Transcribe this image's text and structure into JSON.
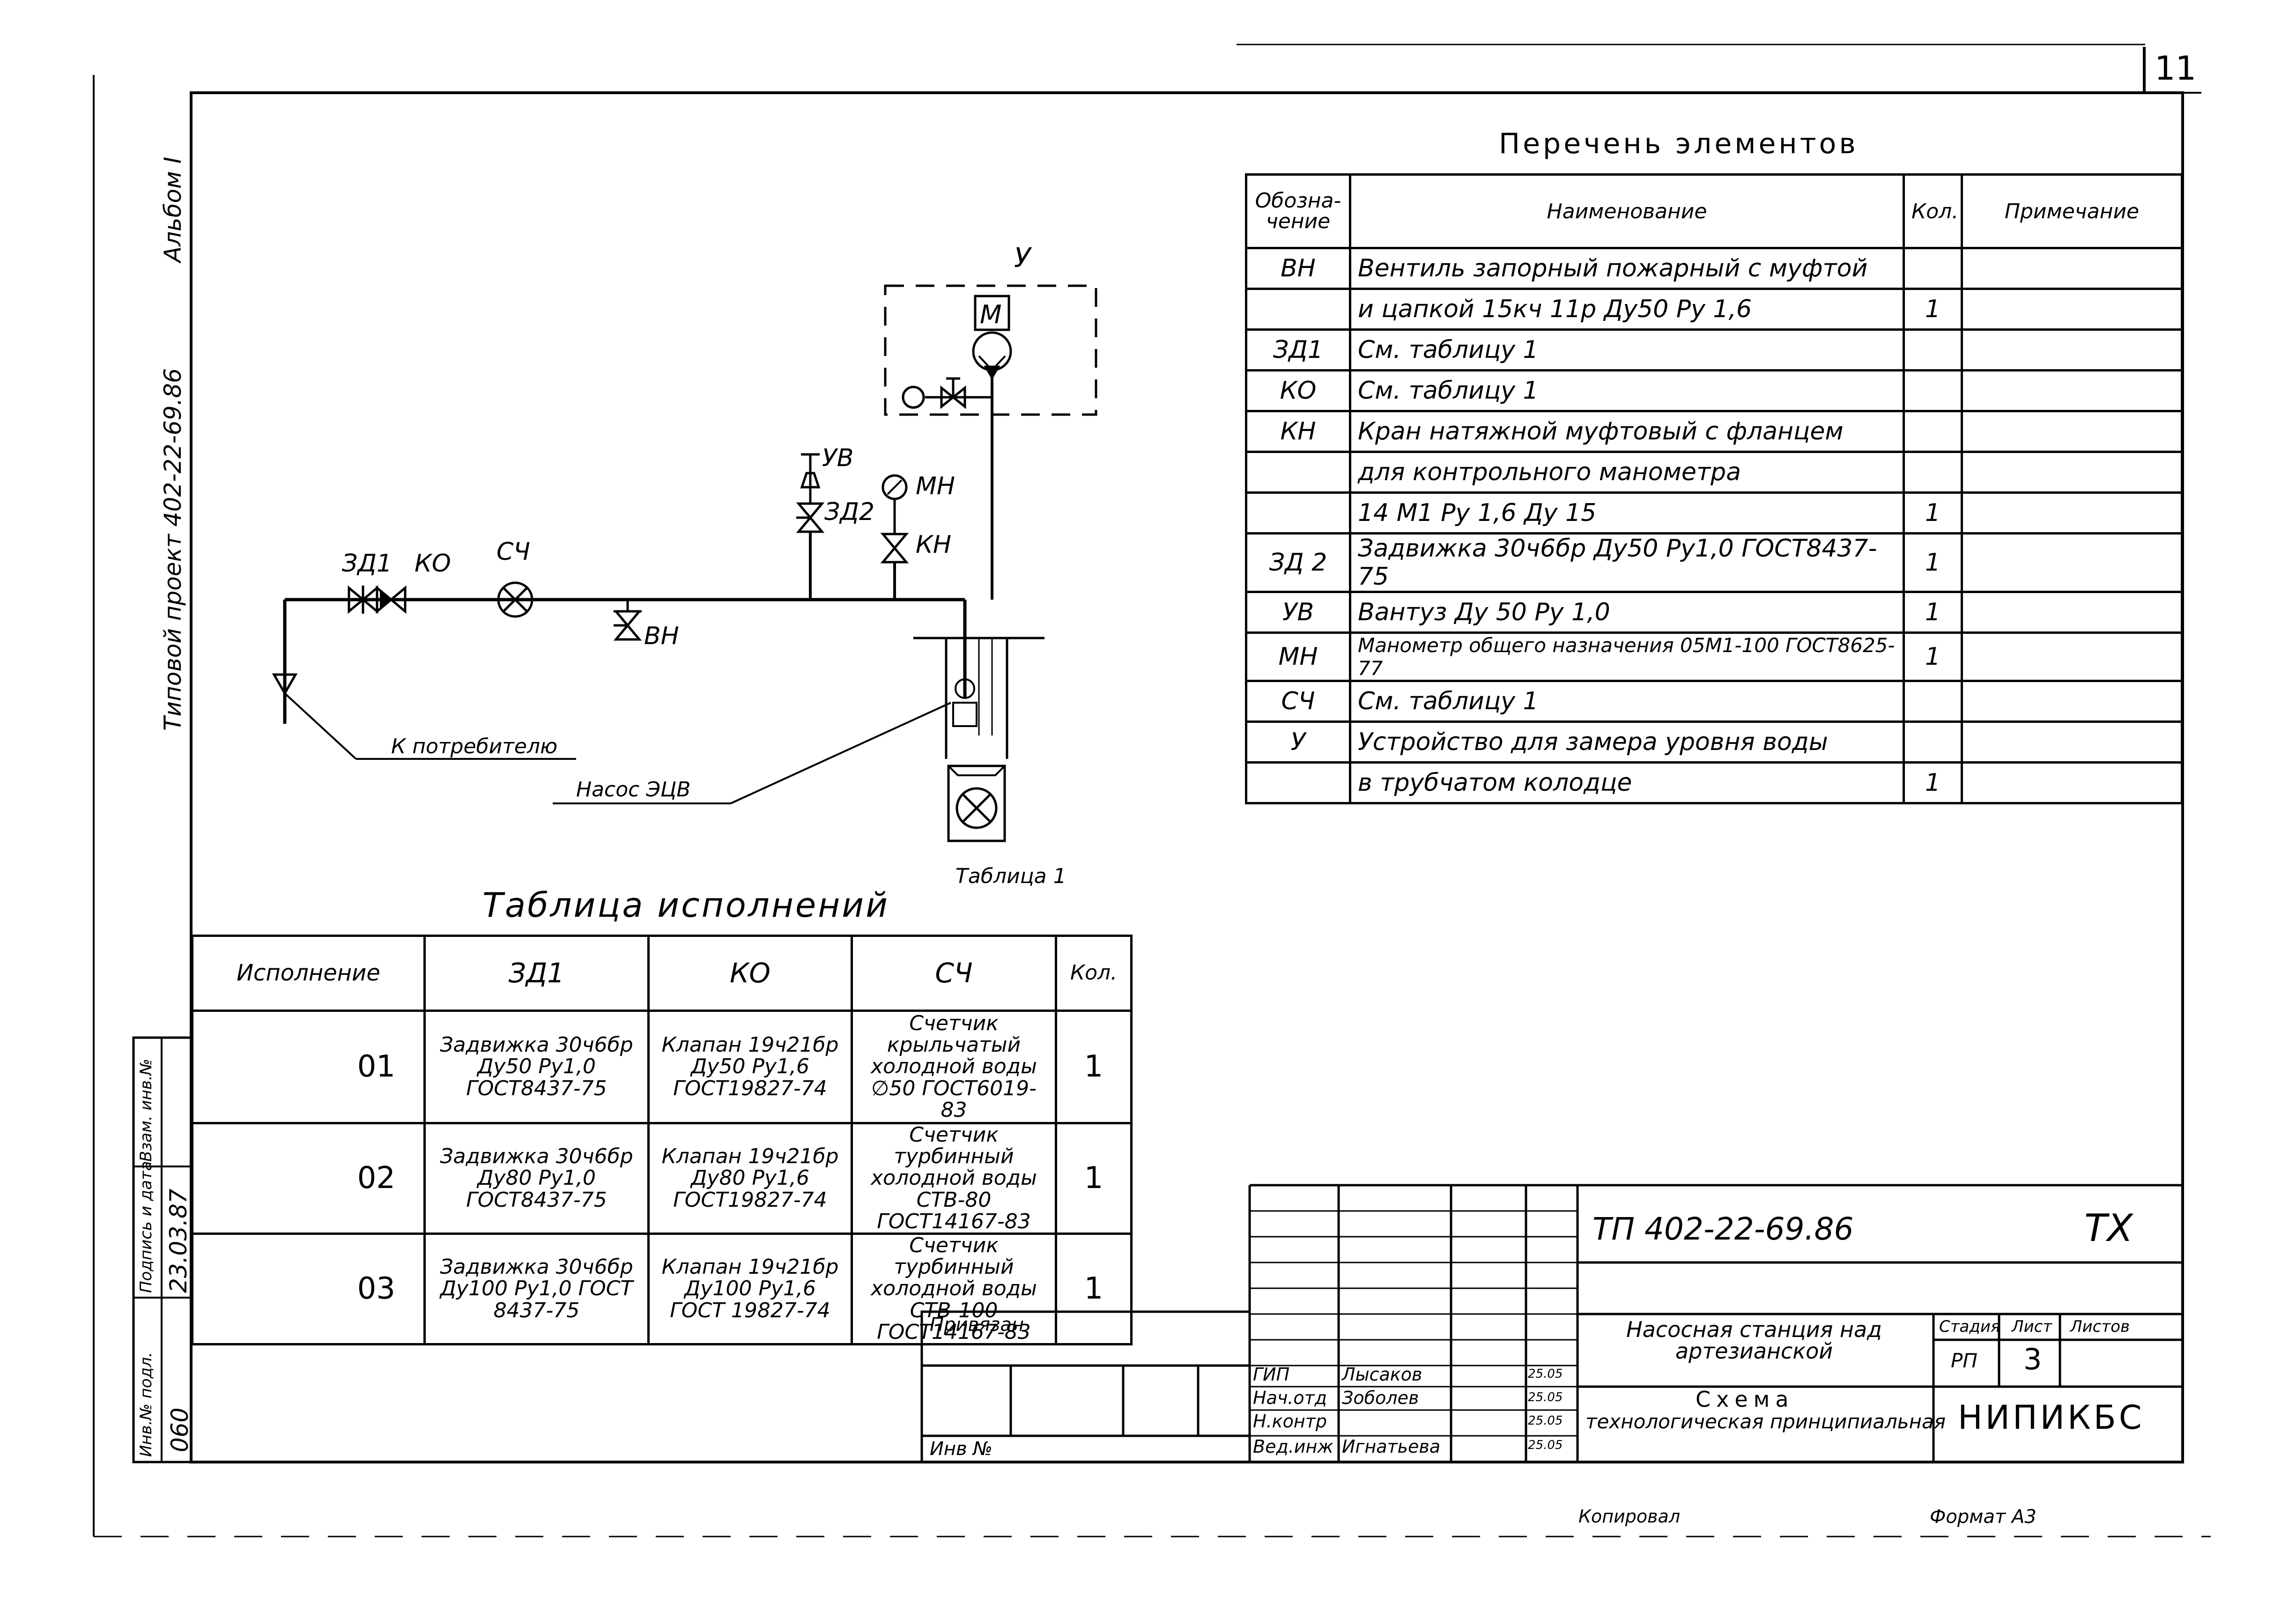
{
  "sheet_number": "11",
  "album_label": "Альбом I",
  "project_label": "Типовой проект 402-22-69.86",
  "diagram": {
    "labels": {
      "u": "У",
      "m": "М",
      "uv": "УВ",
      "zd2": "ЗД2",
      "mn": "МН",
      "kn": "КН",
      "zd1": "ЗД1",
      "ko": "КО",
      "sch": "СЧ",
      "vn": "ВН",
      "consumer": "К потребителю",
      "pump": "Насос ЭЦВ",
      "table1": "Таблица 1"
    }
  },
  "elements_table": {
    "title": "Перечень элементов",
    "headers": [
      "Обозна-\nчение",
      "Наименование",
      "Кол.",
      "Примечание"
    ],
    "rows": [
      [
        "ВН",
        "Вентиль запорный пожарный с муфтой",
        "",
        ""
      ],
      [
        "",
        "и цапкой 15кч 11р Ду50 Ру 1,6",
        "1",
        ""
      ],
      [
        "ЗД1",
        "См. таблицу 1",
        "",
        ""
      ],
      [
        "КО",
        "См. таблицу 1",
        "",
        ""
      ],
      [
        "КН",
        "Кран натяжной муфтовый с фланцем",
        "",
        ""
      ],
      [
        "",
        "для контрольного манометра",
        "",
        ""
      ],
      [
        "",
        "14 М1 Ру 1,6 Ду 15",
        "1",
        ""
      ],
      [
        "ЗД 2",
        "Задвижка 30ч6бр Ду50 Ру1,0 ГОСТ8437-75",
        "1",
        ""
      ],
      [
        "УВ",
        "Вантуз Ду 50 Ру 1,0",
        "1",
        ""
      ],
      [
        "МН",
        "Манометр общего назначения 05М1-100 ГОСТ8625-77",
        "1",
        ""
      ],
      [
        "СЧ",
        "См. таблицу 1",
        "",
        ""
      ],
      [
        "У",
        "Устройство для замера уровня воды",
        "",
        ""
      ],
      [
        "",
        "в трубчатом колодце",
        "1",
        ""
      ]
    ]
  },
  "variants_table": {
    "title": "Таблица исполнений",
    "headers": [
      "Исполнение",
      "ЗД1",
      "КО",
      "СЧ",
      "Кол."
    ],
    "rows": [
      [
        "01",
        "Задвижка 30ч6бр Ду50 Ру1,0 ГОСТ8437-75",
        "Клапан 19ч21бр Ду50 Ру1,6 ГОСТ19827-74",
        "Счетчик крыльчатый холодной воды ∅50 ГОСТ6019-83",
        "1"
      ],
      [
        "02",
        "Задвижка 30ч6бр Ду80 Ру1,0 ГОСТ8437-75",
        "Клапан 19ч21бр Ду80 Ру1,6 ГОСТ19827-74",
        "Счетчик турбинный холодной воды СТВ-80 ГОСТ14167-83",
        "1"
      ],
      [
        "03",
        "Задвижка 30ч6бр Ду100 Ру1,0 ГОСТ 8437-75",
        "Клапан 19ч21бр Ду100 Ру1,6 ГОСТ 19827-74",
        "Счетчик турбинный холодной воды СТВ-100 ГОСТ14167-83",
        "1"
      ]
    ]
  },
  "side_stamp": {
    "inv_orig": "Инв.№ подл.",
    "inv_orig_val": "060",
    "sign_date": "Подпись и дата",
    "sign_date_val": "23.03.87",
    "vzam": "Взам. инв.№"
  },
  "title_block": {
    "code": "ТП 402-22-69.86",
    "code_suffix": "ТХ",
    "privyazan": "Привязан",
    "inv_no": "Инв №",
    "roles": [
      "ГИП",
      "Нач.отд",
      "Н.контр",
      "Вед.инж"
    ],
    "names": [
      "Лысаков",
      "Зоболев",
      "",
      "Игнатьева"
    ],
    "dates": [
      "25.05",
      "25.05",
      "25.05",
      "25.05"
    ],
    "object_name": "Насосная станция над артезианской",
    "drawing_name_1": "Схема",
    "drawing_name_2": "технологическая принципиальная",
    "stage_label": "Стадия",
    "sheet_label": "Лист",
    "sheets_label": "Листов",
    "stage": "РП",
    "sheet": "3",
    "org": "НИПИКБС"
  },
  "footer": {
    "copied": "Копировал",
    "format": "Формат А3"
  }
}
